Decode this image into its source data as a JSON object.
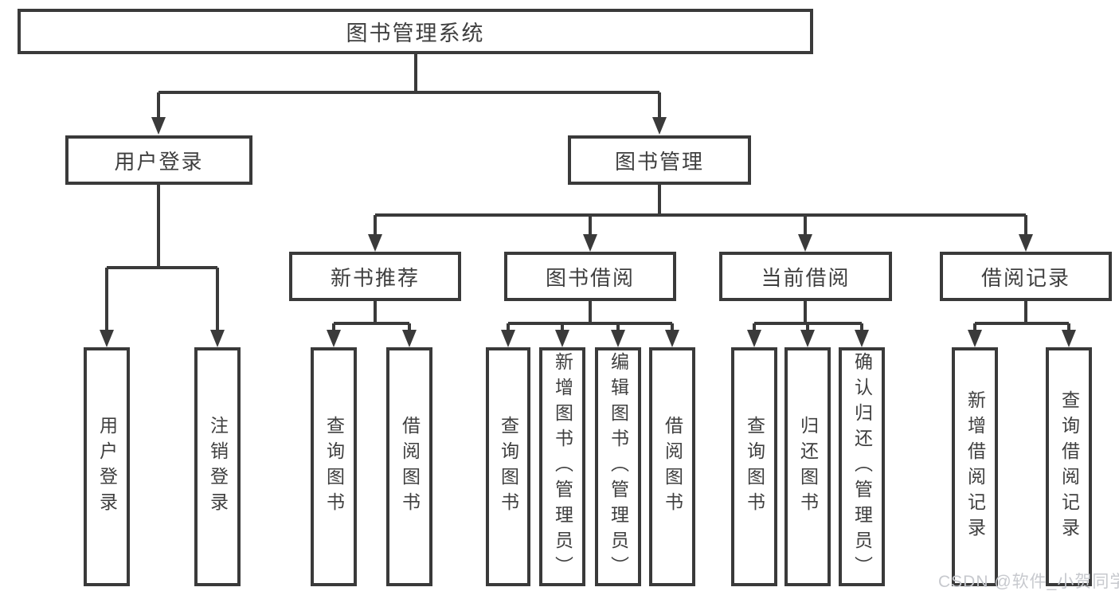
{
  "colors": {
    "line": "#3a3a3a",
    "box_border": "#3a3a3a",
    "box_fill": "#ffffff",
    "text": "#3f3f3f",
    "watermark_text": "#c7c9ce"
  },
  "tree": {
    "root": "图书管理系统",
    "login": {
      "label": "用户登录",
      "children": [
        "用户登录",
        "注销登录"
      ]
    },
    "mgmt": {
      "label": "图书管理",
      "children": [
        {
          "label": "新书推荐",
          "children": [
            "查询图书",
            "借阅图书"
          ]
        },
        {
          "label": "图书借阅",
          "children": [
            "查询图书",
            "新增图书（管理员）",
            "编辑图书（管理员）",
            "借阅图书"
          ]
        },
        {
          "label": "当前借阅",
          "children": [
            "查询图书",
            "归还图书",
            "确认归还（管理员）"
          ]
        },
        {
          "label": "借阅记录",
          "children": [
            "新增借阅记录",
            "查询借阅记录"
          ]
        }
      ]
    }
  },
  "watermark": "CSDN @软件_小贺同学"
}
